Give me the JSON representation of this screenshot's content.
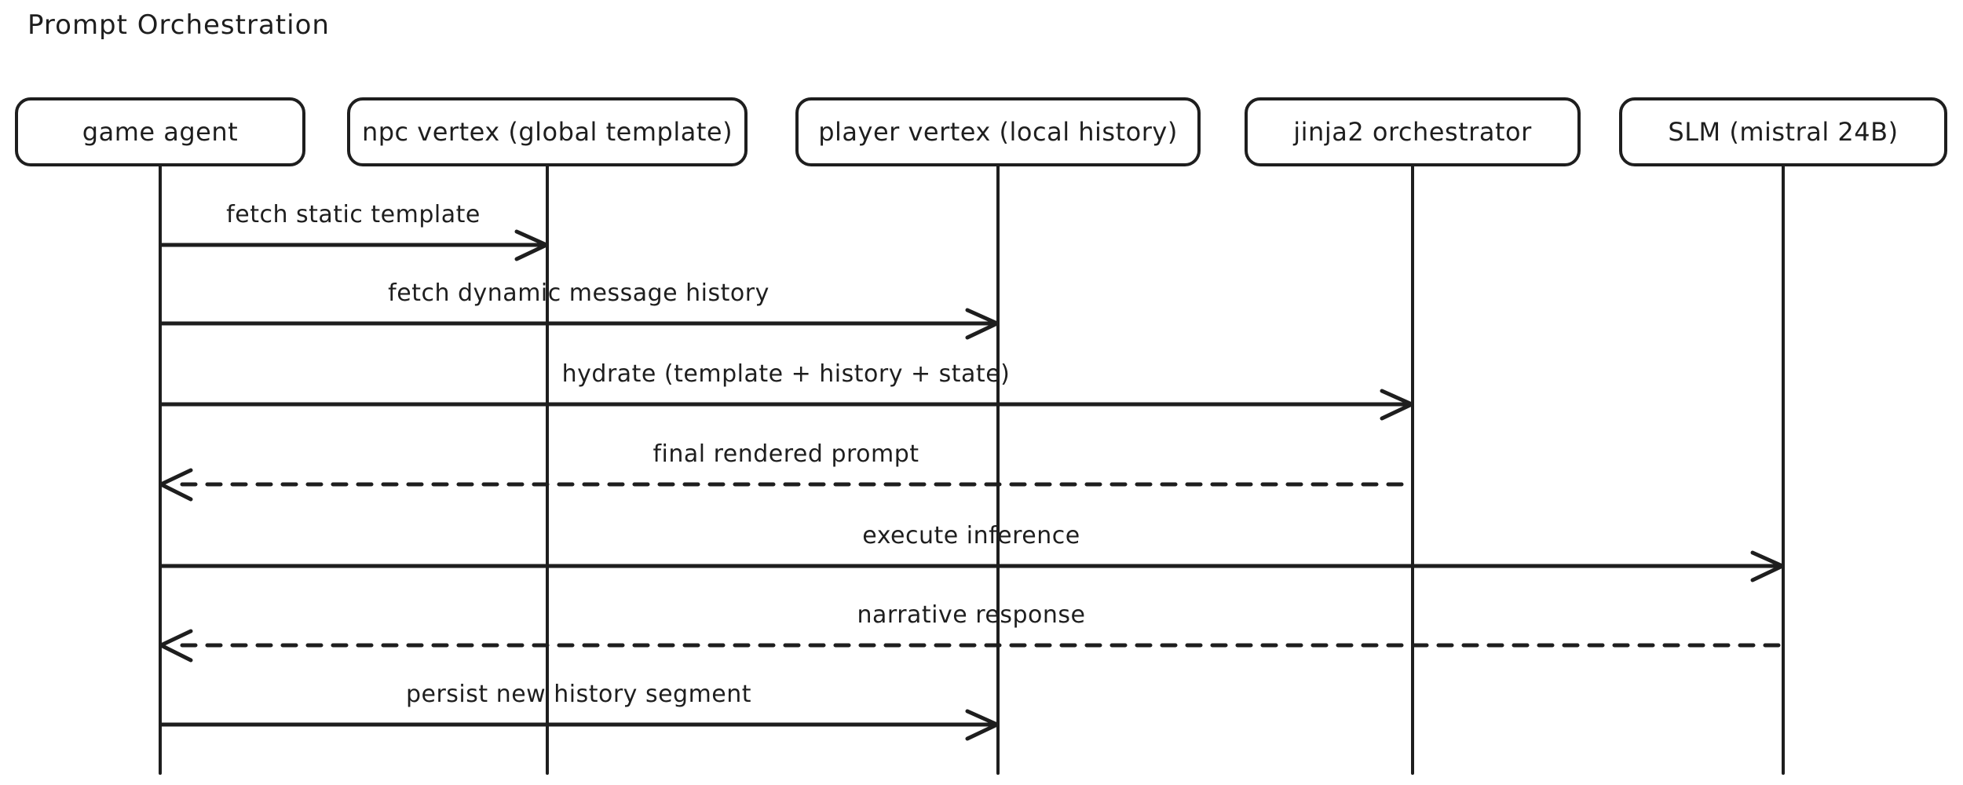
{
  "title": "Prompt Orchestration",
  "diagram": {
    "type": "sequence-diagram",
    "style": "hand-drawn",
    "colors": {
      "stroke": "#1e1e1e",
      "background": "#ffffff"
    },
    "participants": [
      {
        "label": "game agent"
      },
      {
        "label": "npc vertex (global template)"
      },
      {
        "label": "player vertex (local history)"
      },
      {
        "label": "jinja2 orchestrator"
      },
      {
        "label": "SLM (mistral 24B)"
      }
    ],
    "messages": [
      {
        "label": "fetch static template",
        "from": "game agent",
        "to": "npc vertex (global template)",
        "line": "solid",
        "direction": "right"
      },
      {
        "label": "fetch dynamic message history",
        "from": "game agent",
        "to": "player vertex (local history)",
        "line": "solid",
        "direction": "right"
      },
      {
        "label": "hydrate (template + history + state)",
        "from": "game agent",
        "to": "jinja2 orchestrator",
        "line": "solid",
        "direction": "right"
      },
      {
        "label": "final rendered prompt",
        "from": "jinja2 orchestrator",
        "to": "game agent",
        "line": "dashed",
        "direction": "left"
      },
      {
        "label": "execute inference",
        "from": "game agent",
        "to": "SLM (mistral 24B)",
        "line": "solid",
        "direction": "right"
      },
      {
        "label": "narrative response",
        "from": "SLM (mistral 24B)",
        "to": "game agent",
        "line": "dashed",
        "direction": "left"
      },
      {
        "label": "persist new history segment",
        "from": "game agent",
        "to": "player vertex (local history)",
        "line": "solid",
        "direction": "right"
      }
    ]
  }
}
